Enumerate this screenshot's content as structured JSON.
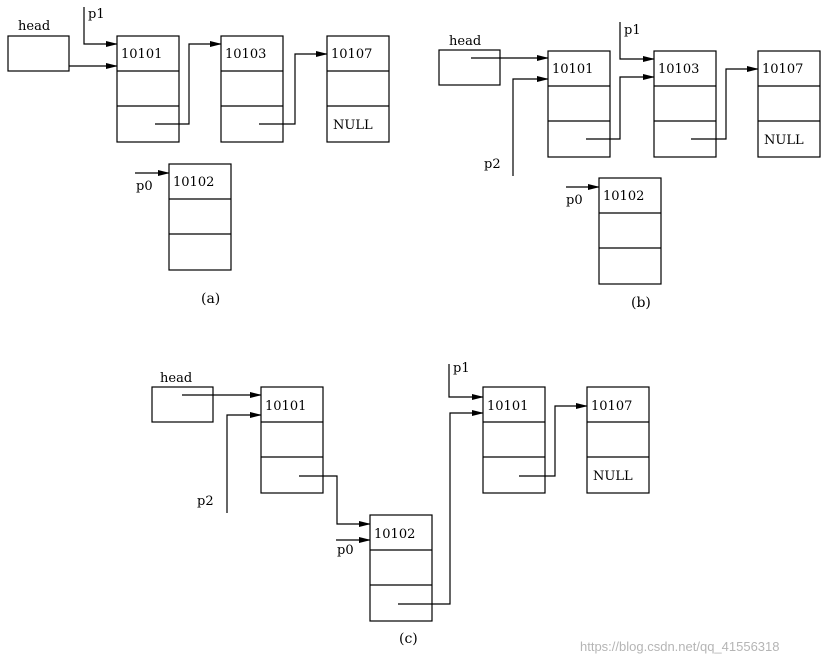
{
  "labels": {
    "head": "head",
    "p0": "p0",
    "p1": "p1",
    "p2": "p2",
    "null": "NULL"
  },
  "panels": {
    "a": {
      "caption": "(a)",
      "nodes": [
        "10101",
        "10103",
        "10107"
      ],
      "new_node": "10102"
    },
    "b": {
      "caption": "(b)",
      "nodes": [
        "10101",
        "10103",
        "10107"
      ],
      "new_node": "10102"
    },
    "c": {
      "caption": "(c)",
      "nodes": [
        "10101",
        "10101",
        "10107"
      ],
      "new_node": "10102"
    }
  },
  "watermark": "https://blog.csdn.net/qq_41556318"
}
